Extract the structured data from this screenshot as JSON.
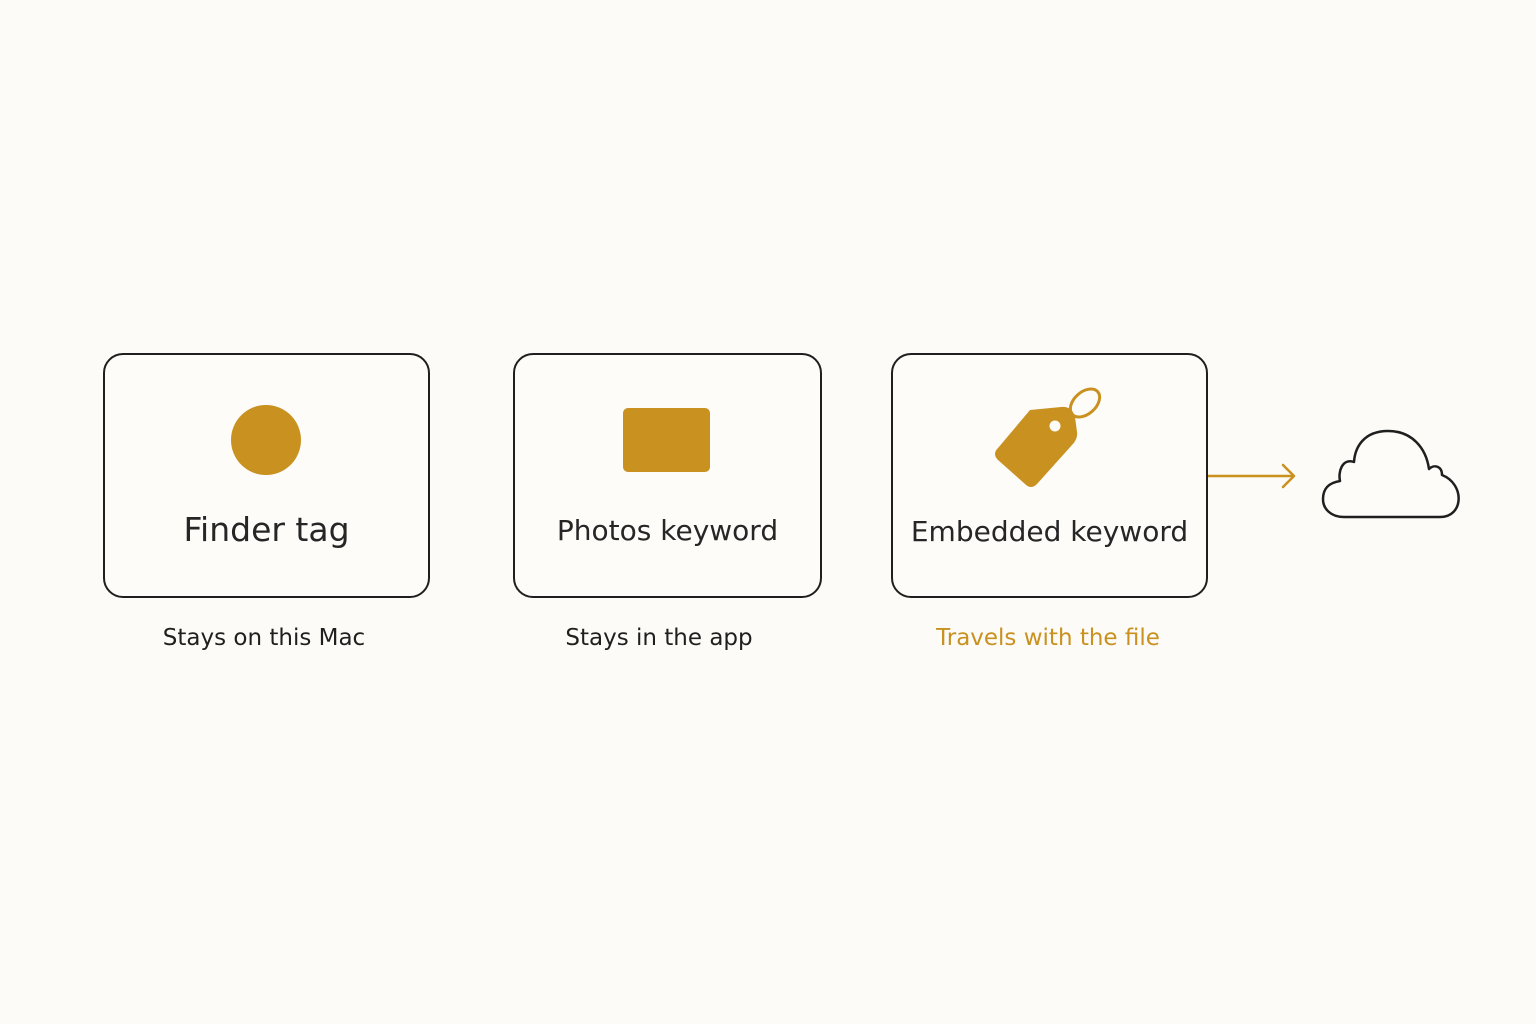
{
  "colors": {
    "accent": "#c9911f",
    "background": "#fcfbf7",
    "border": "#1f1f1f",
    "text": "#262626"
  },
  "cards": [
    {
      "title": "Finder tag",
      "caption": "Stays on this Mac",
      "icon": "circle-icon"
    },
    {
      "title": "Photos keyword",
      "caption": "Stays in the app",
      "icon": "rectangle-icon"
    },
    {
      "title": "Embedded keyword",
      "caption": "Travels with the file",
      "icon": "tag-icon"
    }
  ],
  "flow_icons": [
    "arrow-right-icon",
    "cloud-icon"
  ]
}
